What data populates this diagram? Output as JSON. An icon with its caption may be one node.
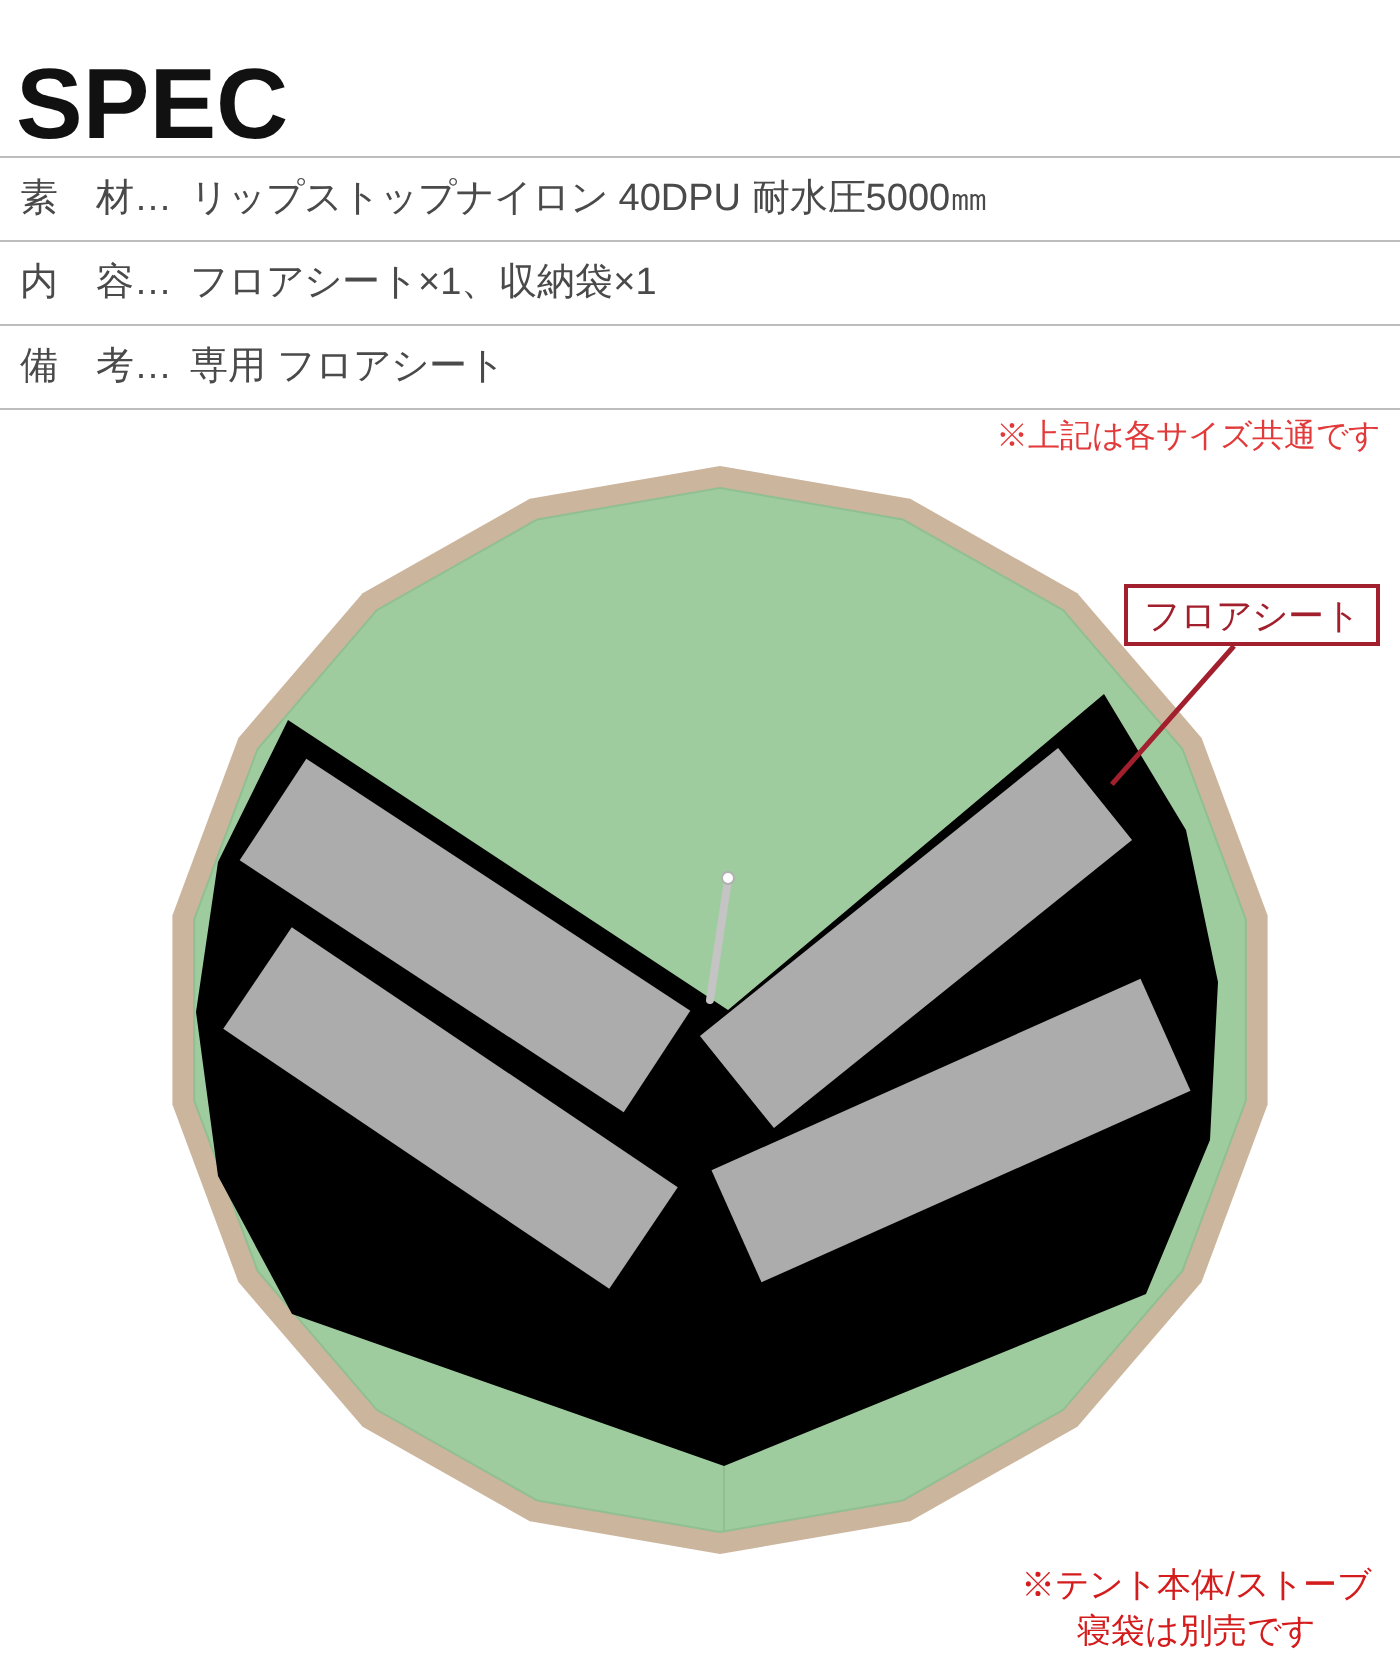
{
  "diagram": {
    "title": "SPEC",
    "nodes": [
      {
        "text": [
          "フロアシート"
        ]
      },
      {
        "text": [],
        "shape": "polygon"
      },
      {
        "text": [],
        "shape": "box",
        "in": 1
      },
      {
        "text": [],
        "shape": "box",
        "in": 1
      },
      {
        "text": [],
        "shape": "box",
        "in": 1
      },
      {
        "text": [],
        "shape": "box",
        "in": 1
      }
    ],
    "edges": [
      {
        "from": 0,
        "to": 1,
        "arrow": "none"
      }
    ],
    "labels": [
      "素　材…",
      "リップストップナイロン 40DPU 耐水圧5000㎜",
      "内　容…",
      "フロアシート×1、収納袋×1",
      "備　考…",
      "専用 フロアシート",
      "※上記は各サイズ共通です",
      "※テント本体/ストーブ寝袋は別売です"
    ]
  }
}
